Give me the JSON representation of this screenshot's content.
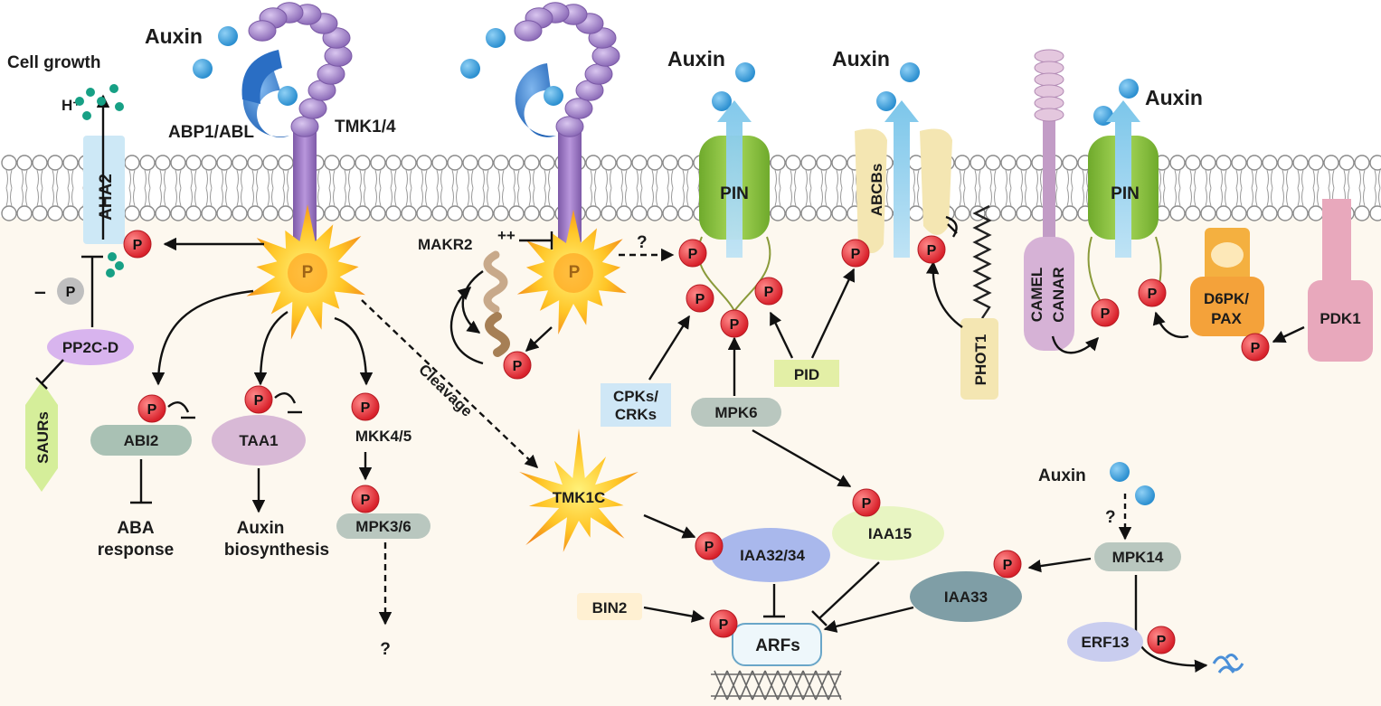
{
  "labels": {
    "auxin": "Auxin",
    "cell_growth": "Cell growth",
    "h_plus": "H⁺",
    "abp1_abl": "ABP1/ABL",
    "tmk14": "TMK1/4",
    "aha2": "AHA2",
    "pp2c_d": "PP2C-D",
    "saurs": "SAURs",
    "minus": "–",
    "abi2": "ABI2",
    "taa1": "TAA1",
    "mkk45": "MKK4/5",
    "mpk36": "MPK3/6",
    "aba_response_l1": "ABA",
    "aba_response_l2": "response",
    "auxin_bio_l1": "Auxin",
    "auxin_bio_l2": "biosynthesis",
    "question": "?",
    "cleavage": "Cleavage",
    "makr2": "MAKR2",
    "plusplus": "++",
    "tmk1c": "TMK1C",
    "pin": "PIN",
    "cpks_l1": "CPKs/",
    "cpks_l2": "CRKs",
    "mpk6": "MPK6",
    "pid": "PID",
    "abcbs": "ABCBs",
    "phot1": "PHOT1",
    "camel": "CAMEL",
    "canar": "CANAR",
    "d6pk_l1": "D6PK/",
    "d6pk_l2": "PAX",
    "pdk1": "PDK1",
    "iaa15": "IAA15",
    "iaa32": "IAA32/34",
    "bin2": "BIN2",
    "arfs": "ARFs",
    "iaa33": "IAA33",
    "mpk14": "MPK14",
    "erf13": "ERF13",
    "p": "P"
  },
  "colors": {
    "auxin": "#3aa0dc",
    "receptor": "#9a7cc0",
    "phospho": "#e8343a",
    "pin": "#8cc63f",
    "burst_outer": "#f6a21e",
    "burst_inner": "#ffe347",
    "membrane": "#9a9a9a",
    "cytoplasm": "#fdf8ef"
  }
}
